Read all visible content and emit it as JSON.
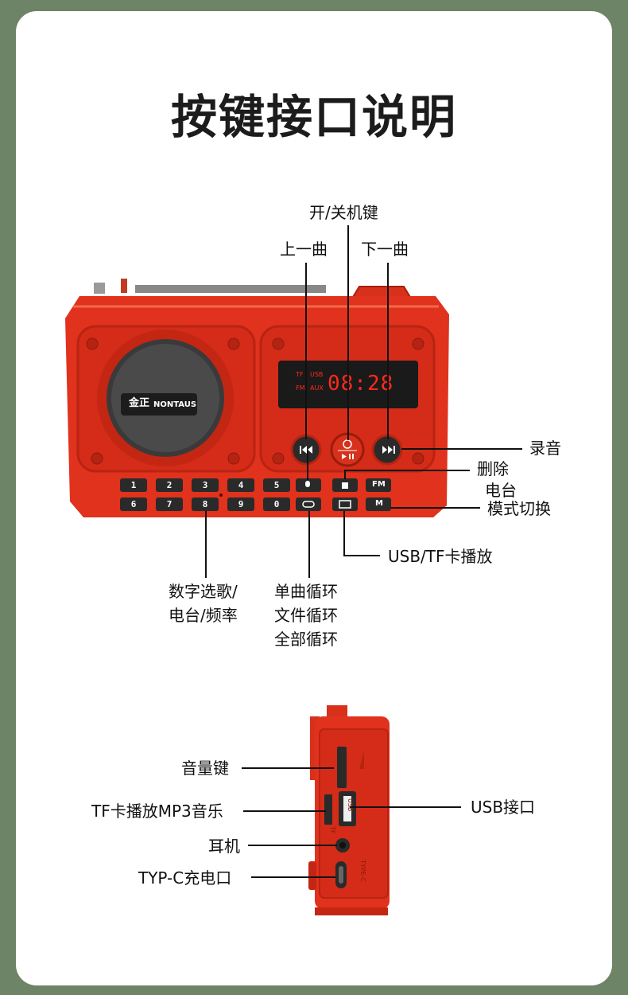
{
  "title": "按键接口说明",
  "top_labels": {
    "power": "开/关机键",
    "prev": "上一曲",
    "next": "下一曲",
    "record": "录音",
    "delete": "删除",
    "station": "电台",
    "mode": "模式切换",
    "usb_tf": "USB/TF卡播放",
    "numbers_line1": "数字选歌/",
    "numbers_line2": "电台/频率",
    "loop_line1": "单曲循环",
    "loop_line2": "文件循环",
    "loop_line3": "全部循环"
  },
  "device": {
    "brand_cn": "金正",
    "brand_en": "NONTAUS",
    "display_time": "08:28",
    "display_tf": "TF",
    "display_usb": "USB",
    "display_fm": "FM",
    "display_aux": "AUX",
    "fm_key": "FM",
    "m_key": "M",
    "number_keys": [
      "1",
      "2",
      "3",
      "4",
      "5",
      "6",
      "7",
      "8",
      "9",
      "0"
    ]
  },
  "side_labels": {
    "volume": "音量键",
    "tf_mp3": "TF卡播放MP3音乐",
    "earphone": "耳机",
    "typec": "TYP-C充电口",
    "usb_port": "USB接口"
  },
  "side_device": {
    "usb_text": "USB",
    "tf_text": "TF",
    "typec_text": "TYPE-C"
  },
  "colors": {
    "background": "#6e8467",
    "card": "#ffffff",
    "body_red": "#e0321c",
    "dark_red": "#a81e10",
    "display": "#1a1a1a",
    "display_text": "#ff2a1a"
  }
}
